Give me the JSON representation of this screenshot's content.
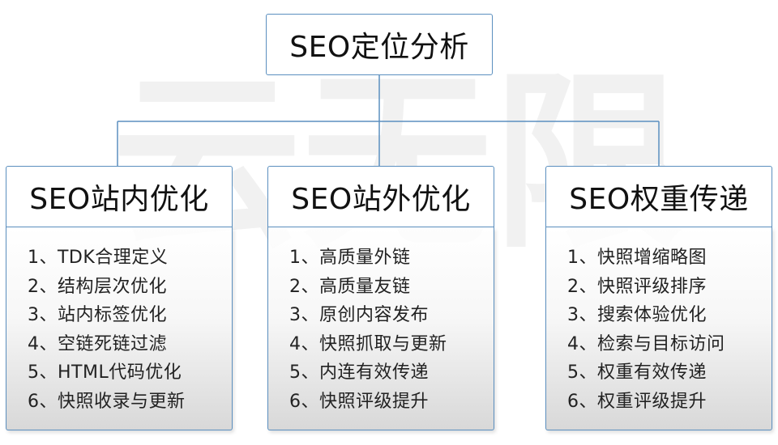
{
  "watermark": {
    "text": "云无限"
  },
  "root": {
    "label": "SEO定位分析"
  },
  "columns": [
    {
      "title": "SEO站内优化",
      "items": [
        "1、TDK合理定义",
        "2、结构层次优化",
        "3、站内标签优化",
        "4、空链死链过滤",
        "5、HTML代码优化",
        "6、快照收录与更新"
      ]
    },
    {
      "title": "SEO站外优化",
      "items": [
        "1、高质量外链",
        "2、高质量友链",
        "3、原创内容发布",
        "4、快照抓取与更新",
        "5、内连有效传递",
        "6、快照评级提升"
      ]
    },
    {
      "title": "SEO权重传递",
      "items": [
        "1、快照增缩略图",
        "2、快照评级排序",
        "3、搜索体验优化",
        "4、检索与目标访问",
        "5、权重有效传递",
        "6、权重评级提升"
      ]
    }
  ],
  "colors": {
    "border": "#5b8fbf",
    "connector": "#5b8fbf",
    "text": "#111111",
    "watermark": "#f0f0f0"
  }
}
